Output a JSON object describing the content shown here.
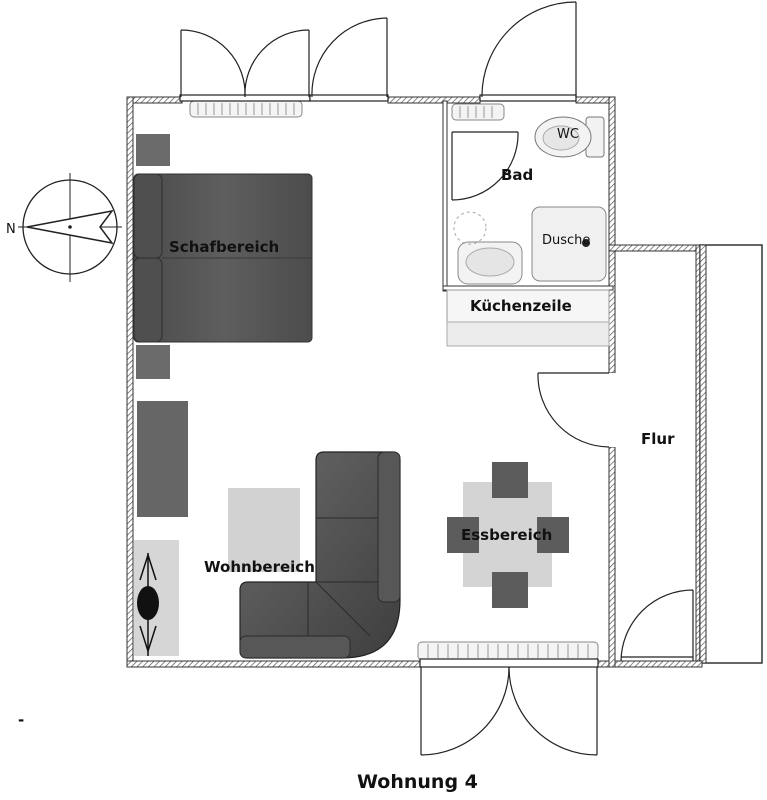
{
  "plan_title": "Wohnung 4",
  "rooms": {
    "schlafbereich": "Schafbereich",
    "bad": "Bad",
    "wc": "WC",
    "dusche": "Dusche",
    "kuechenzeile": "Küchenzeile",
    "flur": "Flur",
    "essbereich": "Essbereich",
    "wohnbereich": "Wohnbereich"
  },
  "compass": {
    "direction_label": "N"
  },
  "stray_mark": "-"
}
